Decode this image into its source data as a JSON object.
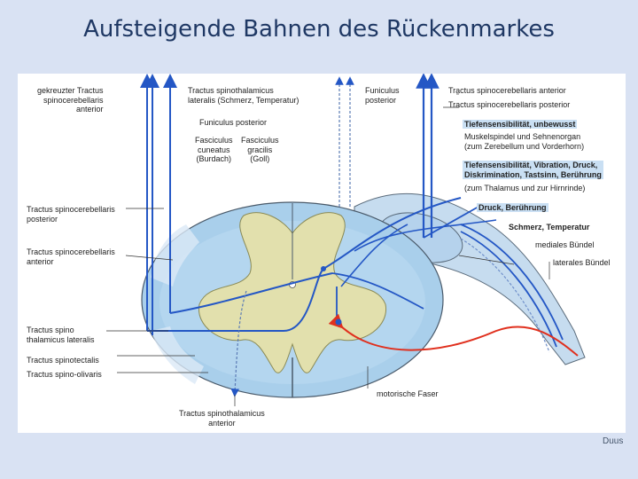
{
  "slide": {
    "title": "Aufsteigende Bahnen des Rückenmarkes",
    "credit": "Duus"
  },
  "diagram": {
    "labels": {
      "gekreuzter_tractus": [
        "gekreuzter Tractus",
        "spinocerebellaris",
        "anterior"
      ],
      "tractus_spinothalamicus_lateralis": [
        "Tractus spinothalamicus",
        "lateralis (Schmerz, Temperatur)"
      ],
      "funiculus_posterior_top": [
        "Funiculus",
        "posterior"
      ],
      "tractus_spinocerebellaris_anterior_top": "Tractus spinocerebellaris anterior",
      "tractus_spinocerebellaris_posterior_top": "Tractus spinocerebellaris posterior",
      "funiculus_posterior": "Funiculus posterior",
      "fasciculus_cuneatus": [
        "Fasciculus",
        "cuneatus",
        "(Burdach)"
      ],
      "fasciculus_gracilis": [
        "Fasciculus",
        "gracilis",
        "(Goll)"
      ],
      "tiefensensibilitaet_unbewusst": "Tiefensensibilität, unbewusst",
      "muskelspindel": [
        "Muskelspindel und Sehnenorgan",
        "(zum Zerebellum und Vorderhorn)"
      ],
      "tiefensensibilitaet_vibration": [
        "Tiefensensibilität, Vibration, Druck,",
        "Diskrimination, Tastsinn, Berührung"
      ],
      "zum_thalamus": "(zum Thalamus und zur Hirnrinde)",
      "druck_beruehrung": "Druck, Berührung",
      "schmerz_temperatur": "Schmerz, Temperatur",
      "mediales_buendel": "mediales Bündel",
      "laterales_buendel": "laterales Bündel",
      "tractus_spinocerebellaris_posterior_left": [
        "Tractus spinocerebellaris",
        "posterior"
      ],
      "tractus_spinocerebellaris_anterior_left": [
        "Tractus spinocerebellaris",
        "anterior"
      ],
      "tractus_spinothalamicus_lateralis_left": [
        "Tractus spino",
        "thalamicus lateralis"
      ],
      "tractus_spinotectalis": "Tractus spinotectalis",
      "tractus_spino_olivaris": "Tractus spino-olivaris",
      "motorische_faser": "motorische Faser",
      "tractus_spinothalamicus_anterior": [
        "Tractus spinothalamicus",
        "anterior"
      ]
    },
    "colors": {
      "pathway_blue": "#2457c5",
      "motor_red": "#e0301e",
      "white_matter": "#a9cfeb",
      "grey_matter": "#e2e0ad",
      "highlight": "#c9dff3"
    }
  }
}
